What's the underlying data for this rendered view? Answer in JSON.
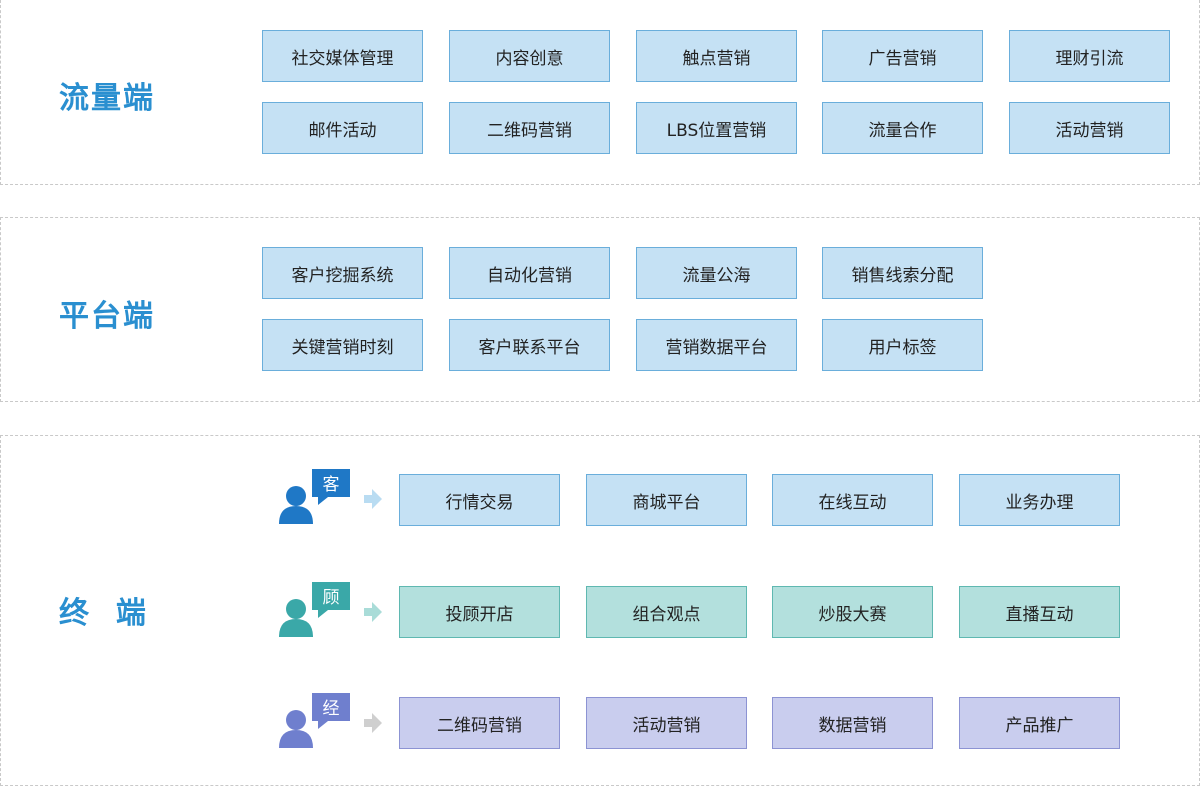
{
  "colors": {
    "title": "#2a8fd0",
    "blue_fill": "#c5e1f4",
    "teal_fill": "#b3e0dd",
    "purple_fill": "#c9cdee",
    "customer_icon": "#1f78c6",
    "advisor_icon": "#3aa8a8",
    "broker_icon": "#6f7fce"
  },
  "traffic": {
    "title": "流量端",
    "items": [
      "社交媒体管理",
      "内容创意",
      "触点营销",
      "广告营销",
      "理财引流",
      "邮件活动",
      "二维码营销",
      "LBS位置营销",
      "流量合作",
      "活动营销"
    ]
  },
  "platform": {
    "title": "平台端",
    "items": [
      "客户挖掘系统",
      "自动化营销",
      "流量公海",
      "销售线索分配",
      "关键营销时刻",
      "客户联系平台",
      "营销数据平台",
      "用户标签"
    ]
  },
  "terminal": {
    "title": "终  端",
    "rows": [
      {
        "badge": "客",
        "icon": "user-icon",
        "items": [
          "行情交易",
          "商城平台",
          "在线互动",
          "业务办理"
        ]
      },
      {
        "badge": "顾",
        "icon": "user-icon",
        "items": [
          "投顾开店",
          "组合观点",
          "炒股大赛",
          "直播互动"
        ]
      },
      {
        "badge": "经",
        "icon": "user-icon",
        "items": [
          "二维码营销",
          "活动营销",
          "数据营销",
          "产品推广"
        ]
      }
    ]
  }
}
